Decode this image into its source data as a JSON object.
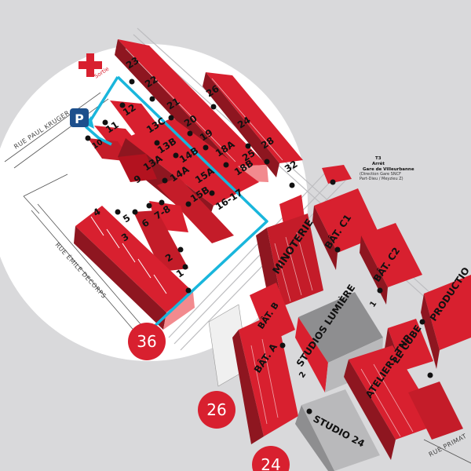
{
  "map": {
    "exit_label": "Sortie",
    "parking_label": "P",
    "streets": {
      "paul_kruger": "RUE PAUL KRUGER",
      "emile_decorps": "RUE ÉMILE DECORPS",
      "primat": "RUE PRIMAT"
    },
    "tram": {
      "line": "T3",
      "stop": "Arrêt",
      "station": "Gare de Villeurbanne",
      "direction": "(Direction Gare SNCF",
      "direction2": "Part-Dieu / Meyzieu Z)"
    },
    "building_numbers": [
      "23",
      "22",
      "21",
      "20",
      "19",
      "18A",
      "18B",
      "24",
      "25",
      "26",
      "28",
      "32",
      "12",
      "11",
      "10",
      "13C",
      "13B",
      "13A",
      "14B",
      "14A",
      "15A",
      "15B",
      "16-17",
      "9",
      "7-8",
      "6",
      "5",
      "4",
      "3",
      "2",
      "1"
    ],
    "named_buildings": {
      "minoterie": "MINOTERIE",
      "bat_c1": "BÂT. C1",
      "bat_c2": "BÂT. C2",
      "production": "PRODUCTIO",
      "bat_b": "BÂT. B",
      "bat_a": "BÂT. A",
      "studios_lumiere": "STUDIOS LUMIÈRE",
      "studios_lumiere_1": "1",
      "studios_lumiere_2": "2",
      "le_cube": "LE CUBE",
      "ateliers_tnp": "ATELIERS TNP",
      "studio_24": "STUDIO 24"
    },
    "location_markers": [
      "36",
      "26",
      "24"
    ],
    "colors": {
      "background": "#d9d9db",
      "site_circle": "#ffffff",
      "building_red": "#d8202f",
      "building_dark": "#8e1620",
      "building_pink": "#f28a8e",
      "route": "#19b6dc",
      "parking": "#1d4f8c",
      "marker": "#d8202f"
    }
  }
}
